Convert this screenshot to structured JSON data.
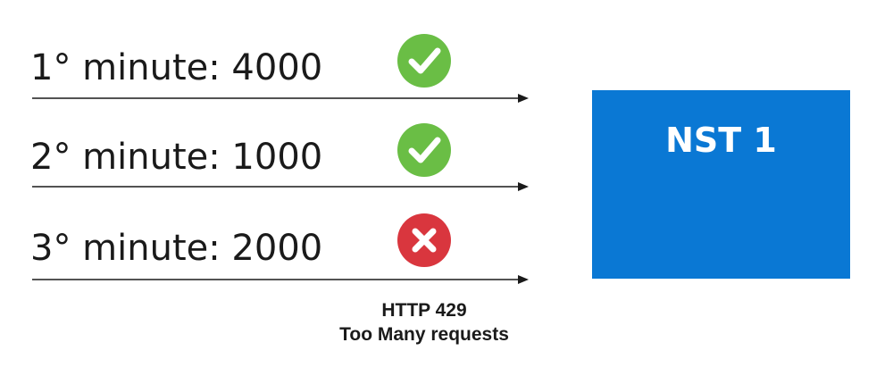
{
  "requests": [
    {
      "label": "1° minute: 4000",
      "status": "accepted",
      "status_icon": "check-circle-icon",
      "status_color": "#6abe45"
    },
    {
      "label": "2° minute: 1000",
      "status": "accepted",
      "status_icon": "check-circle-icon",
      "status_color": "#6abe45"
    },
    {
      "label": "3° minute: 2000",
      "status": "rejected",
      "status_icon": "x-circle-icon",
      "status_color": "#d9363e"
    }
  ],
  "error": {
    "line1": "HTTP 429",
    "line2": "Too Many requests"
  },
  "target": {
    "label": "NST 1",
    "color": "#0a78d4"
  },
  "colors": {
    "arrow": "#1a1a1a",
    "text": "#1a1a1a"
  }
}
